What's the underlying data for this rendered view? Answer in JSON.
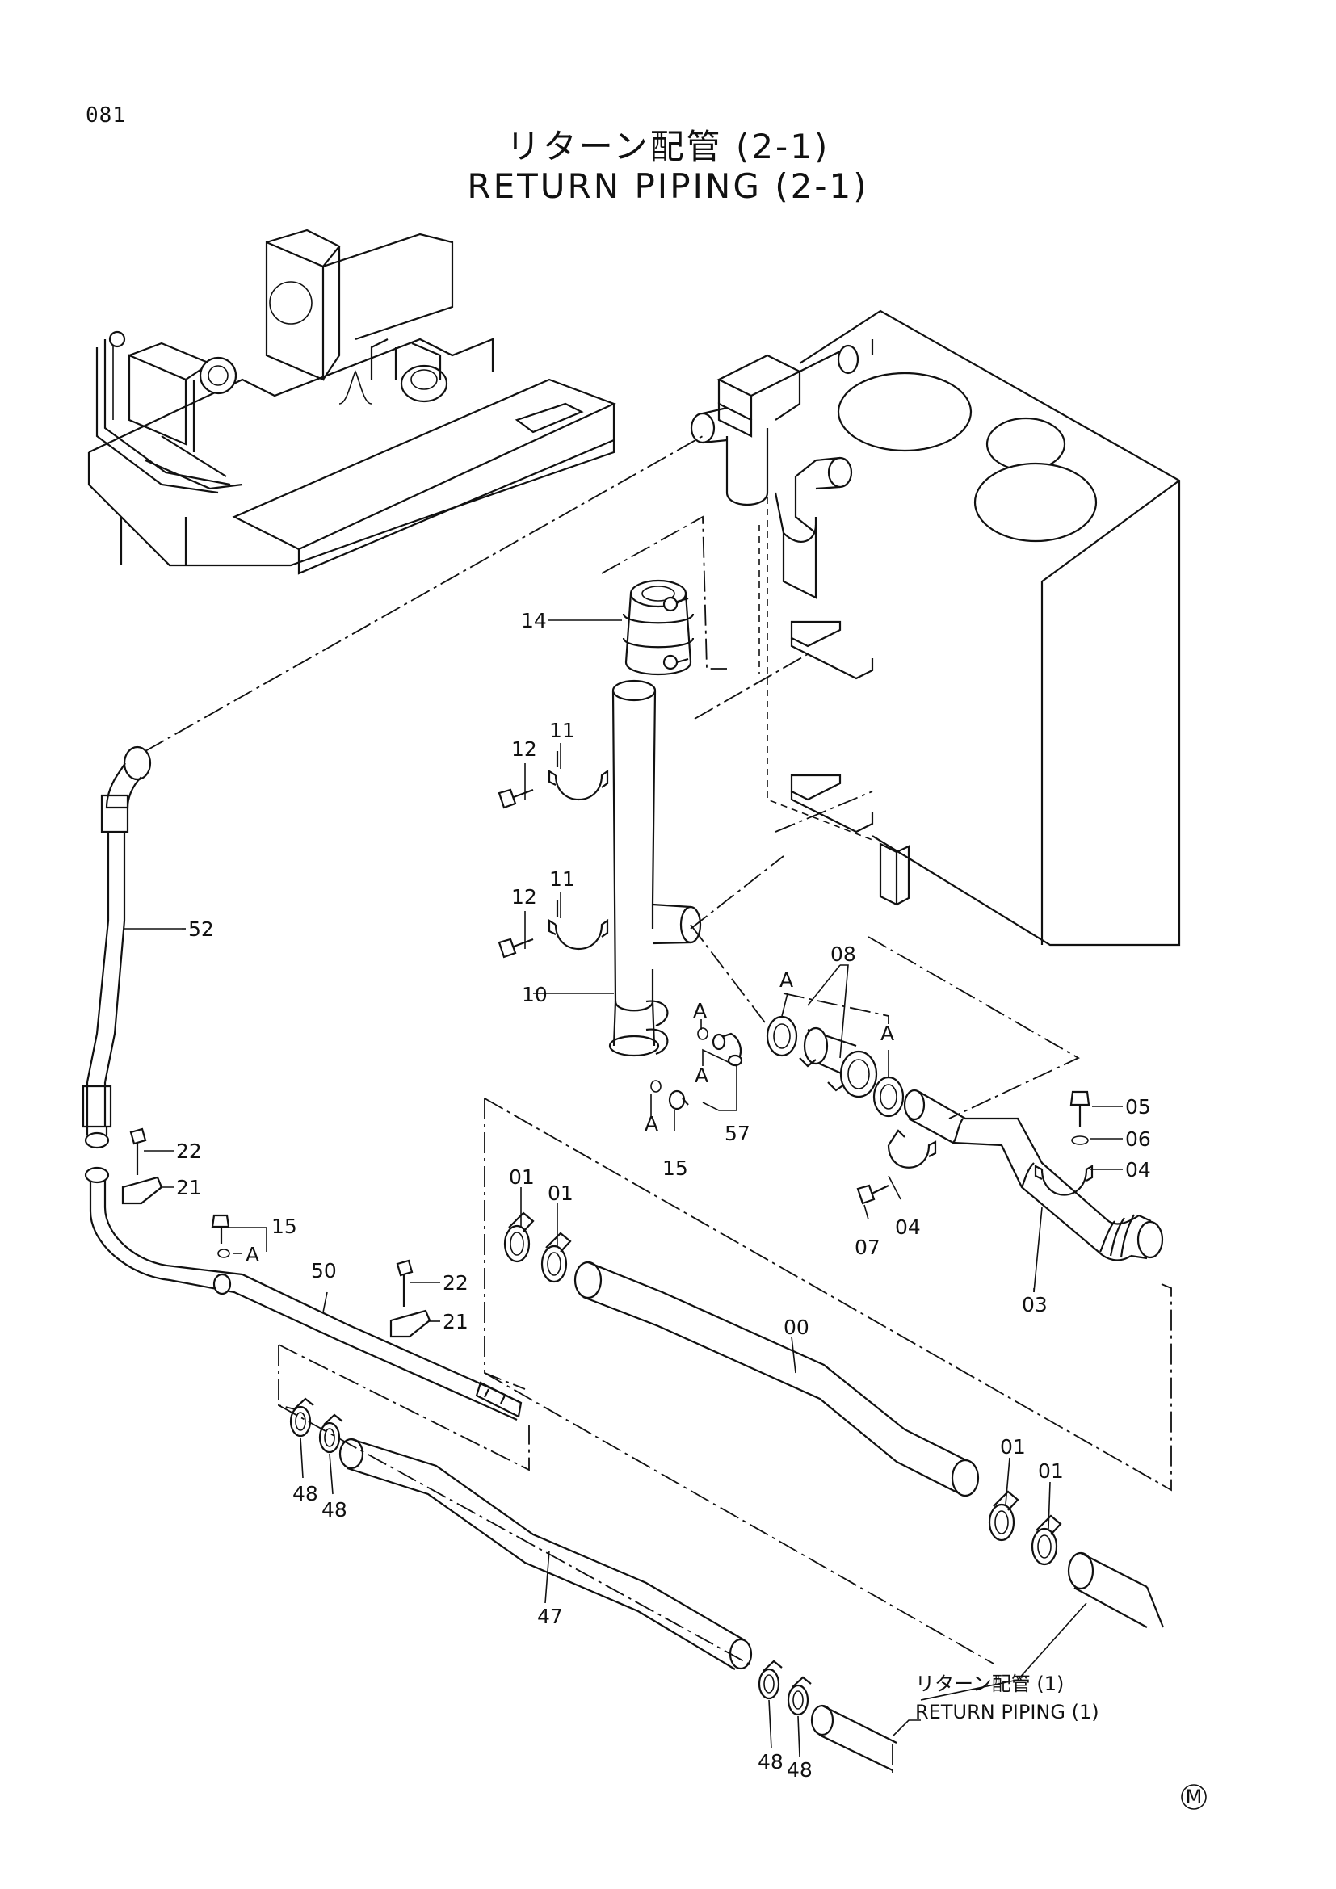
{
  "page_number": "081",
  "title": {
    "japanese": "リターン配管 (2-1)",
    "english": "RETURN PIPING (2-1)"
  },
  "reference": {
    "japanese": "リターン配管 (1)",
    "english": "RETURN PIPING (1)"
  },
  "mark": "M",
  "callouts": {
    "p14": "14",
    "p12a": "12",
    "p11a": "11",
    "p12b": "12",
    "p11b": "11",
    "p10": "10",
    "p52": "52",
    "pA1": "A",
    "p08": "08",
    "pA2": "A",
    "pA3": "A",
    "pA4": "A",
    "p57": "57",
    "pA5": "A",
    "p15a": "15",
    "p05": "05",
    "p06": "06",
    "p04a": "04",
    "p04b": "04",
    "p07": "07",
    "p03": "03",
    "p22a": "22",
    "p21a": "21",
    "p15b": "15",
    "pA6": "A",
    "p50": "50",
    "p22b": "22",
    "p21b": "21",
    "p01a": "01",
    "p01b": "01",
    "p00": "00",
    "p48a": "48",
    "p48b": "48",
    "p01c": "01",
    "p01d": "01",
    "p47": "47",
    "p48c": "48",
    "p48d": "48"
  }
}
